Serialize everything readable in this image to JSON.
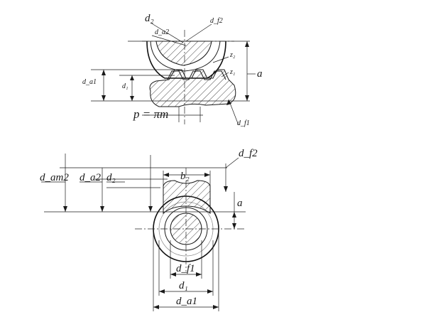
{
  "labels": {
    "d2_top": "d₂",
    "df2_top": "d_f2",
    "da2_top": "d_a2",
    "z2": "z₂",
    "z1": "z₁",
    "a_top": "a",
    "da1_top": "d_a1",
    "d1_top": "d₁",
    "pitch": "p = πm",
    "df1_top": "d_f1",
    "df2_bottom": "d_f2",
    "b2": "b₂",
    "dam2": "d_am2",
    "da2_bottom": "d_a2",
    "d2_bottom": "d₂",
    "a_bottom": "a",
    "df1_bottom": "d_f1",
    "d1_bottom": "d₁",
    "da1_bottom": "d_a1"
  },
  "colors": {
    "stroke": "#1a1a1a",
    "background": "#ffffff",
    "construction": "#8a8a8a"
  }
}
